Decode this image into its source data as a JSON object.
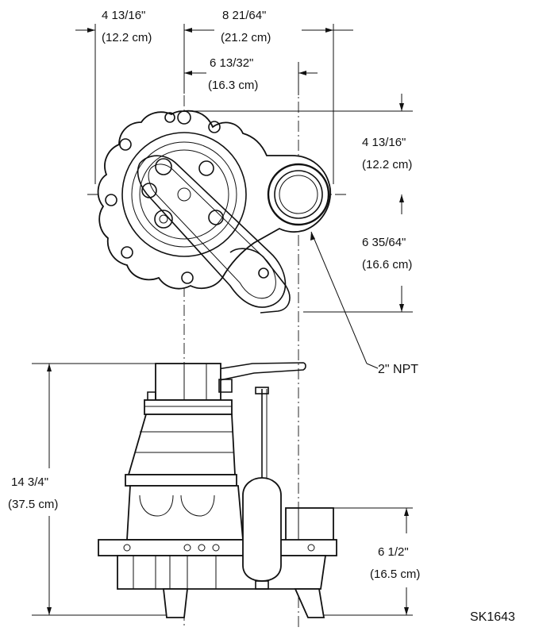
{
  "dimensions": {
    "top_left_width": {
      "imperial": "4 13/16\"",
      "metric": "(12.2 cm)"
    },
    "overall_width": {
      "imperial": "8 21/64\"",
      "metric": "(21.2 cm)"
    },
    "discharge_offset": {
      "imperial": "6 13/32\"",
      "metric": "(16.3 cm)"
    },
    "right_upper": {
      "imperial": "4 13/16\"",
      "metric": "(12.2 cm)"
    },
    "right_lower": {
      "imperial": "6 35/64\"",
      "metric": "(16.6 cm)"
    },
    "overall_height": {
      "imperial": "14 3/4\"",
      "metric": "(37.5 cm)"
    },
    "discharge_height": {
      "imperial": "6 1/2\"",
      "metric": "(16.5 cm)"
    }
  },
  "callout": {
    "discharge": "2\" NPT"
  },
  "drawing_number": "SK1643"
}
